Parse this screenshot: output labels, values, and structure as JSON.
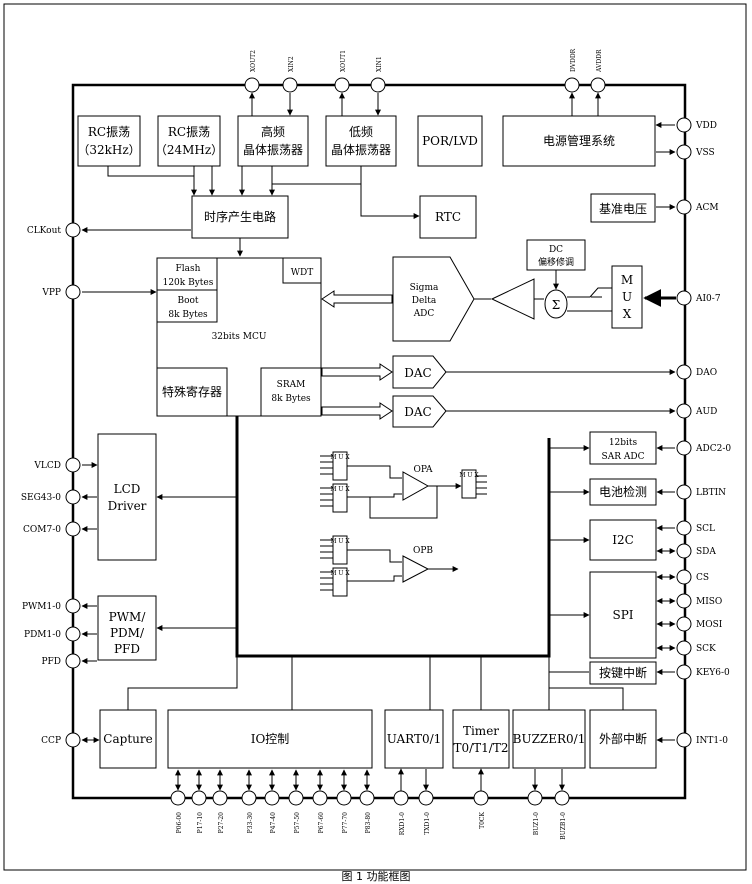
{
  "blocks": {
    "rc32": [
      "RC振荡",
      "（32kHz）"
    ],
    "rc24": [
      "RC振荡",
      "（24MHz）"
    ],
    "hfosc": [
      "高频",
      "晶体振荡器"
    ],
    "lfosc": [
      "低频",
      "晶体振荡器"
    ],
    "porlvd": "POR/LVD",
    "power": "电源管理系统",
    "vref": "基准电压",
    "timing": "时序产生电路",
    "rtc": "RTC",
    "flash": [
      "Flash",
      "120k Bytes"
    ],
    "boot": [
      "Boot",
      "8k Bytes"
    ],
    "wdt": "WDT",
    "mcu": "32bits MCU",
    "sfr": "特殊寄存器",
    "sram": [
      "SRAM",
      "8k Bytes"
    ],
    "sigma": [
      "Sigma",
      "Delta",
      "ADC"
    ],
    "dc_offset": [
      "DC",
      "偏移修调"
    ],
    "sum": "Σ",
    "mux_big": [
      "M",
      "U",
      "X"
    ],
    "dac1": "DAC",
    "dac2": "DAC",
    "sar": [
      "12bits",
      "SAR ADC"
    ],
    "battery": "电池检测",
    "i2c": "I2C",
    "spi": "SPI",
    "key": "按键中断",
    "lcd": [
      "LCD",
      "Driver"
    ],
    "pwm": [
      "PWM/",
      "PDM/",
      "PFD"
    ],
    "capture": "Capture",
    "io": "IO控制",
    "uart": "UART0/1",
    "timer": [
      "Timer",
      "T0/T1/T2"
    ],
    "buzzer": "BUZZER0/1",
    "extint": "外部中断",
    "opa": "OPA",
    "opb": "OPB",
    "mux_small": "M U X"
  },
  "pins": {
    "top": [
      "XOUT2",
      "XIN2",
      "XOUT1",
      "XIN1",
      "DVDDR",
      "AVDDR"
    ],
    "left": [
      "CLKout",
      "VPP",
      "VLCD",
      "SEG43-0",
      "COM7-0",
      "PWM1-0",
      "PDM1-0",
      "PFD",
      "CCP"
    ],
    "right": [
      "VDD",
      "VSS",
      "ACM",
      "AI0-7",
      "DAO",
      "AUD",
      "ADC2-0",
      "LBTIN",
      "SCL",
      "SDA",
      "CS",
      "MISO",
      "MOSI",
      "SCK",
      "KEY6-0",
      "INT1-0"
    ],
    "bottom": [
      "P06-00",
      "P17-10",
      "P27-20",
      "P33-30",
      "P47-40",
      "P57-50",
      "P67-60",
      "P77-70",
      "P83-80",
      "RXD1-0",
      "TXD1-0",
      "T0CK",
      "BUZ1-0",
      "BUZB1-0"
    ]
  },
  "caption": "图 1 功能框图"
}
